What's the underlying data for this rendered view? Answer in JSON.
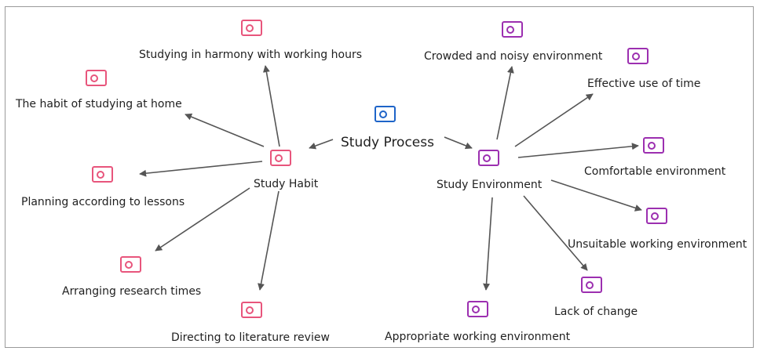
{
  "root": {
    "label": "Study Process",
    "icon": "code-icon",
    "color": "#1e64c8"
  },
  "habit": {
    "label": "Study Habit",
    "icon": "code-icon",
    "color": "#e8557c",
    "children": [
      {
        "label": "Studying in harmony with working hours"
      },
      {
        "label": "The habit of studying at home"
      },
      {
        "label": "Planning according to lessons"
      },
      {
        "label": "Arranging research times"
      },
      {
        "label": "Directing to literature review"
      }
    ]
  },
  "environment": {
    "label": "Study Environment",
    "icon": "code-icon",
    "color": "#9c2fb0",
    "children": [
      {
        "label": "Crowded and noisy environment"
      },
      {
        "label": "Effective use of time"
      },
      {
        "label": "Comfortable environment"
      },
      {
        "label": "Unsuitable working environment"
      },
      {
        "label": "Lack of change"
      },
      {
        "label": "Appropriate working environment"
      }
    ]
  },
  "arrow_color": "#555555"
}
